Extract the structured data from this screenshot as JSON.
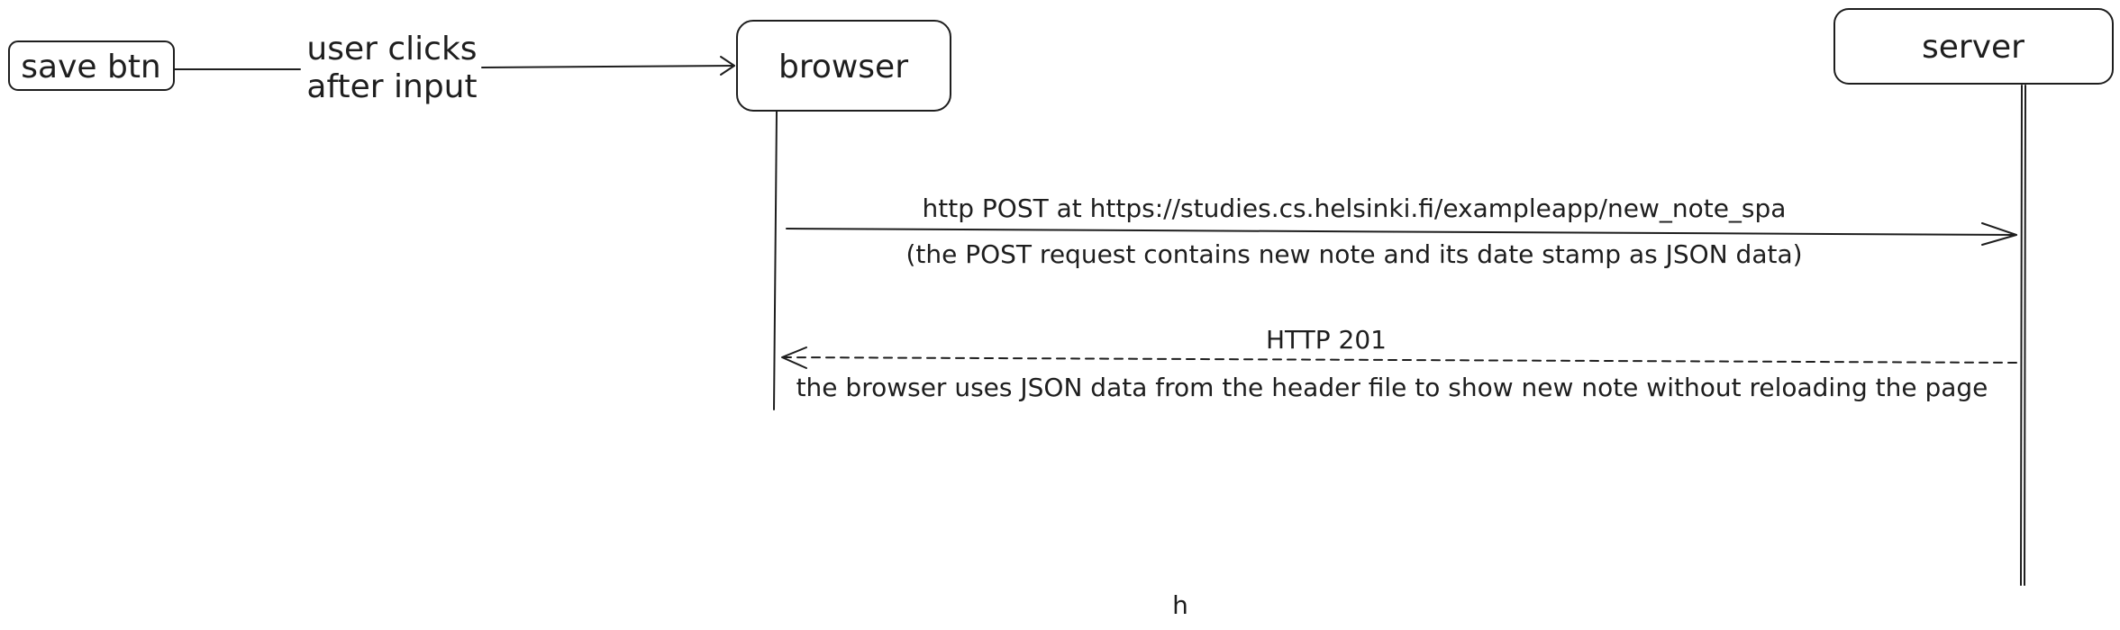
{
  "nodes": {
    "save_btn": "save btn",
    "browser": "browser",
    "server": "server"
  },
  "trigger": {
    "line1": "user clicks",
    "line2": "after input"
  },
  "messages": {
    "post_request": "http POST at https://studies.cs.helsinki.fi/exampleapp/new_note_spa",
    "post_note": "(the POST request contains new note and its date stamp as JSON data)",
    "response": "HTTP 201",
    "response_note": "the browser uses JSON data from the header file to show new note without reloading the page"
  },
  "stray_text": "h",
  "colors": {
    "stroke": "#1e1e1e",
    "background": "#ffffff"
  }
}
